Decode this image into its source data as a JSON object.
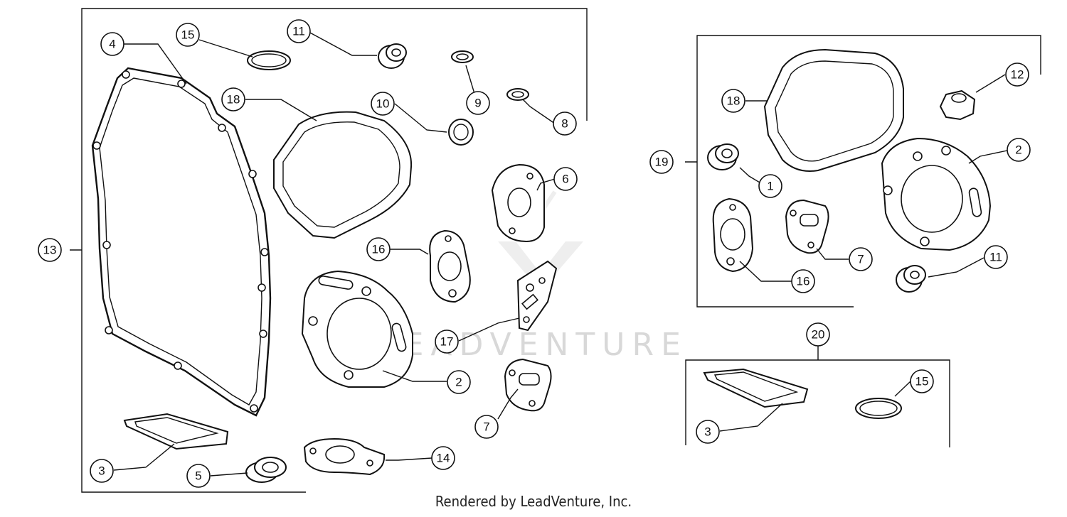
{
  "watermark": {
    "text": "LEADVENTURE"
  },
  "footer": {
    "text": "Rendered by LeadVenture, Inc."
  },
  "callouts": {
    "c1": "1",
    "c2a": "2",
    "c2b": "2",
    "c3a": "3",
    "c3b": "3",
    "c4": "4",
    "c5": "5",
    "c6": "6",
    "c7a": "7",
    "c7b": "7",
    "c8": "8",
    "c9": "9",
    "c10": "10",
    "c11a": "11",
    "c11b": "11",
    "c12": "12",
    "c13": "13",
    "c14": "14",
    "c15a": "15",
    "c15b": "15",
    "c16a": "16",
    "c16b": "16",
    "c17": "17",
    "c18a": "18",
    "c18b": "18",
    "c19": "19",
    "c20": "20"
  }
}
